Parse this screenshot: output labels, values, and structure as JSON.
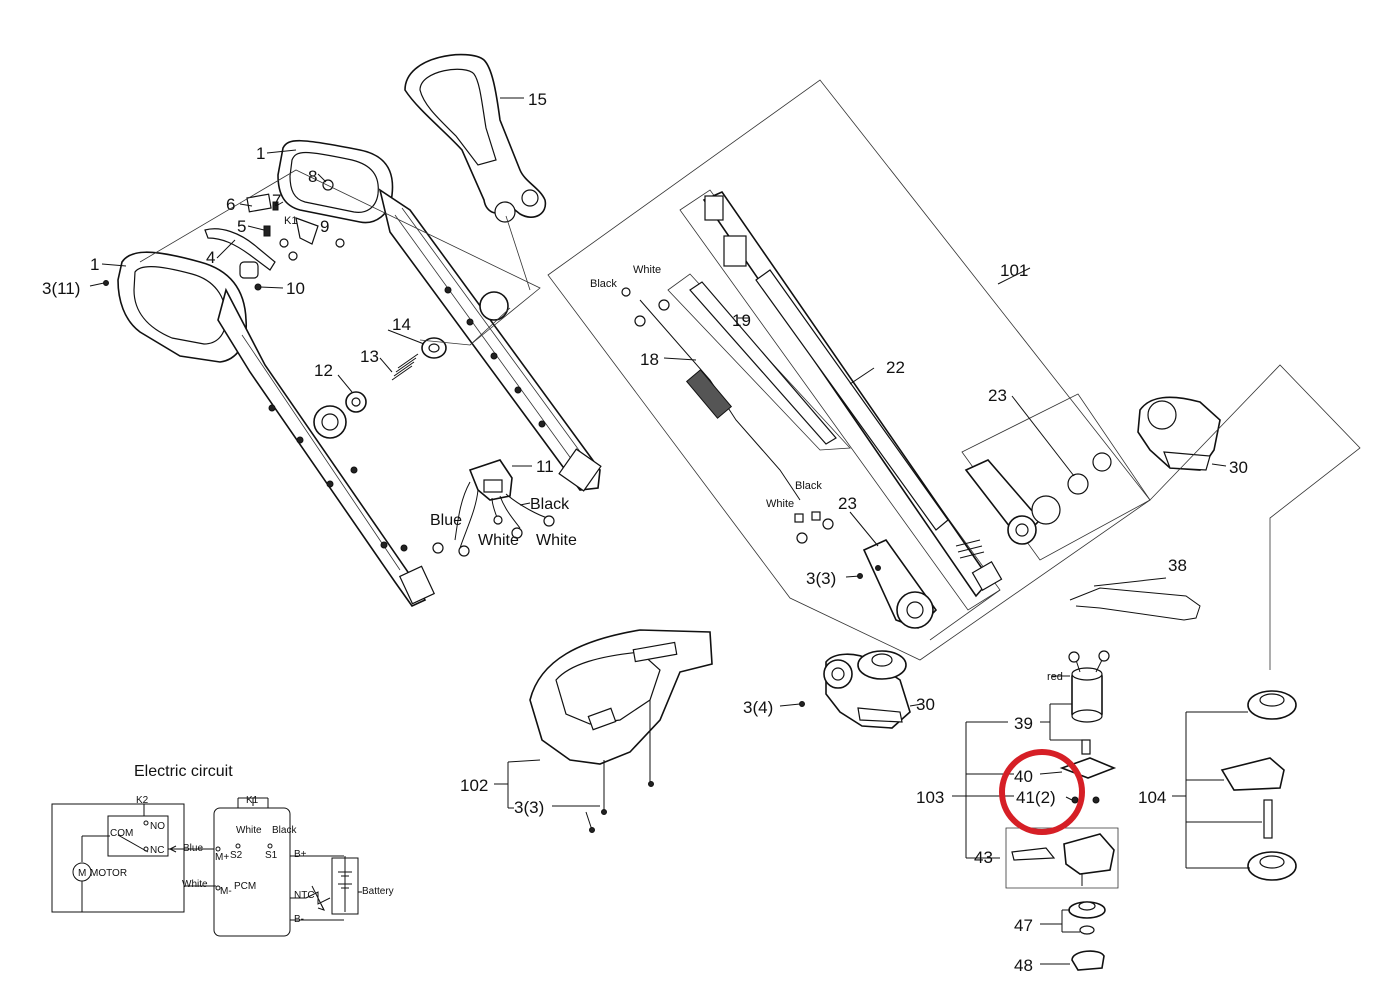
{
  "part_labels": {
    "p1a": "1",
    "p1b": "1",
    "p3_11": "3(11)",
    "p4": "4",
    "p5": "5",
    "p6": "6",
    "p7": "7",
    "p8": "8",
    "p9": "9",
    "p10": "10",
    "p11": "11",
    "p12": "12",
    "p13": "13",
    "p14": "14",
    "p15": "15",
    "p18": "18",
    "p19": "19",
    "p22": "22",
    "p23a": "23",
    "p23b": "23",
    "p3_3a": "3(3)",
    "p3_4": "3(4)",
    "p30a": "30",
    "p30b": "30",
    "p38": "38",
    "p39": "39",
    "p40": "40",
    "p41": "41(2)",
    "p43": "43",
    "p47": "47",
    "p48": "48",
    "p101": "101",
    "p102": "102",
    "p3_3b": "3(3)",
    "p103": "103",
    "p104": "104",
    "k1": "K1"
  },
  "wire_labels": {
    "black_switch": "Black",
    "blue_switch": "Blue",
    "white_switch_a": "White",
    "white_switch_b": "White",
    "black_tube_top": "Black",
    "white_tube_top": "White",
    "black_tube_bottom": "Black",
    "white_tube_bottom": "White",
    "red_motor": "red"
  },
  "circuit": {
    "title": "Electric circuit",
    "k2": "K2",
    "k1": "K1",
    "com": "COM",
    "no": "NO",
    "nc": "NC",
    "blue": "Blue",
    "white_k1": "White",
    "black_k1": "Black",
    "m_plus": "M+",
    "s2": "S2",
    "s1": "S1",
    "b_plus": "B+",
    "motor": "MOTOR",
    "motor_m": "M",
    "white_motor": "White",
    "m_minus": "M-",
    "pcm": "PCM",
    "ntc": "NTC",
    "battery": "Battery",
    "b_minus": "B-"
  },
  "highlight_color": "#d61f26"
}
